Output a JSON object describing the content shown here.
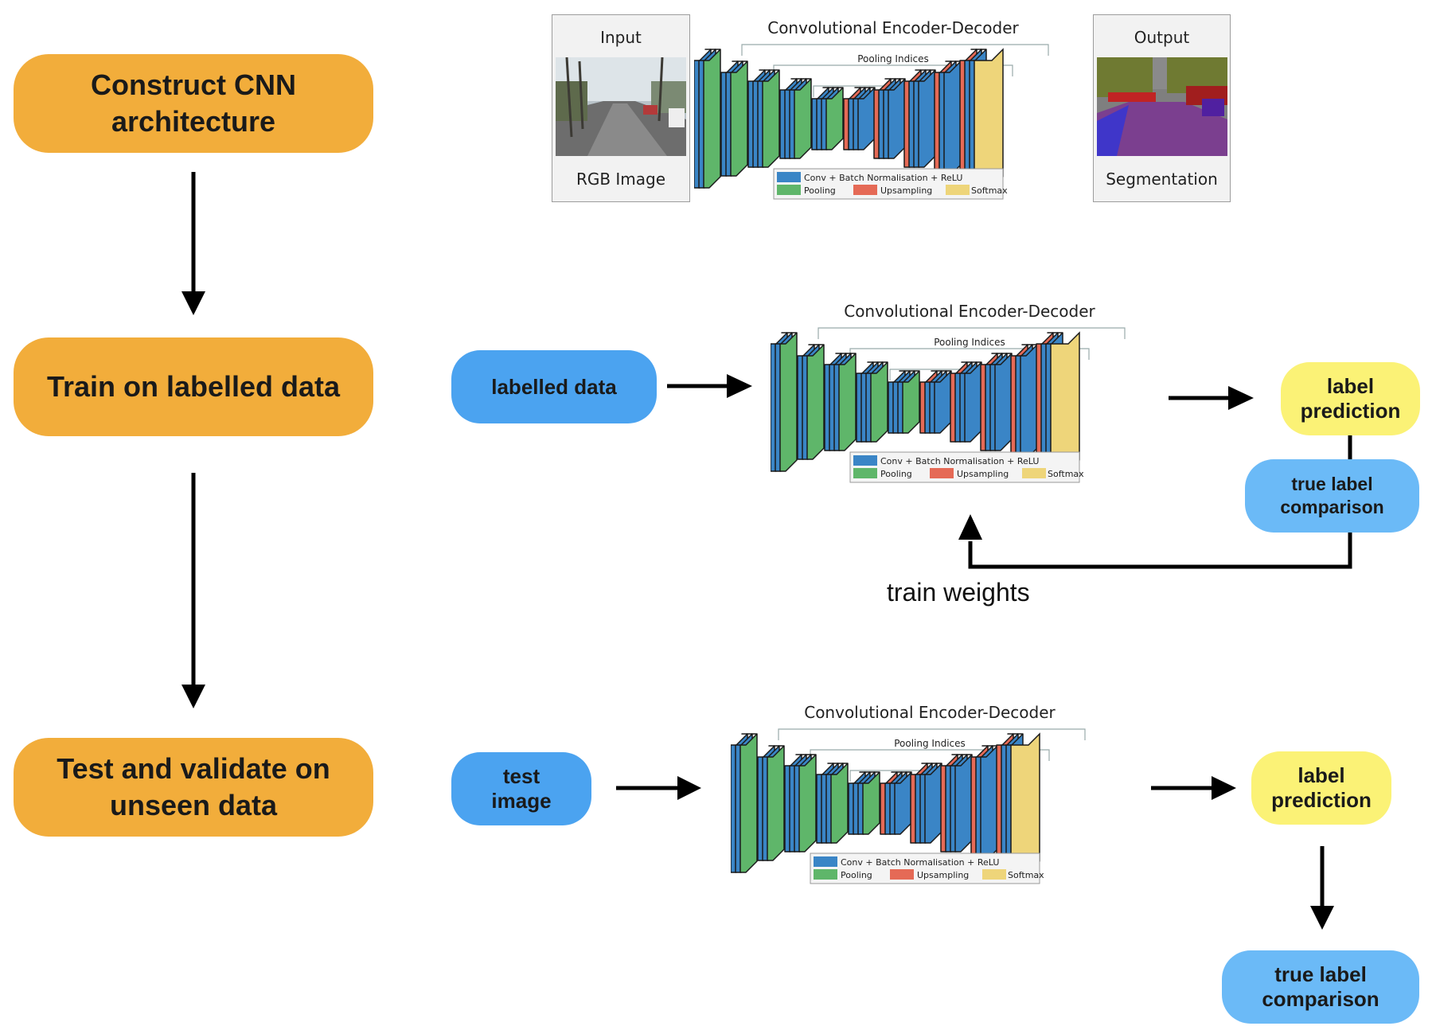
{
  "steps": {
    "construct": "Construct CNN\narchitecture",
    "train": "Train on labelled data",
    "test": "Test and validate on\nunseen data"
  },
  "top_figure": {
    "input_header": "Input",
    "input_caption": "RGB Image",
    "output_header": "Output",
    "output_caption": "Segmentation"
  },
  "network": {
    "title": "Convolutional Encoder-Decoder",
    "pooling_label": "Pooling Indices",
    "legend": {
      "conv": "Conv + Batch Normalisation + ReLU",
      "pooling": "Pooling",
      "upsampling": "Upsampling",
      "softmax": "Softmax"
    }
  },
  "train_row": {
    "input": "labelled data",
    "prediction": "label\nprediction",
    "comparison": "true label\ncomparison",
    "feedback": "train weights"
  },
  "test_row": {
    "input": "test\nimage",
    "prediction": "label\nprediction",
    "comparison": "true label\ncomparison"
  },
  "colors": {
    "step_box": "#f2ad3b",
    "input_pill": "#4ba3f0",
    "comparison_pill": "#6bbaf7",
    "prediction_pill": "#fbf276",
    "conv": "#3a85c6",
    "pool": "#5fb66a",
    "upsample": "#e56a56",
    "softmax": "#eed57a"
  }
}
